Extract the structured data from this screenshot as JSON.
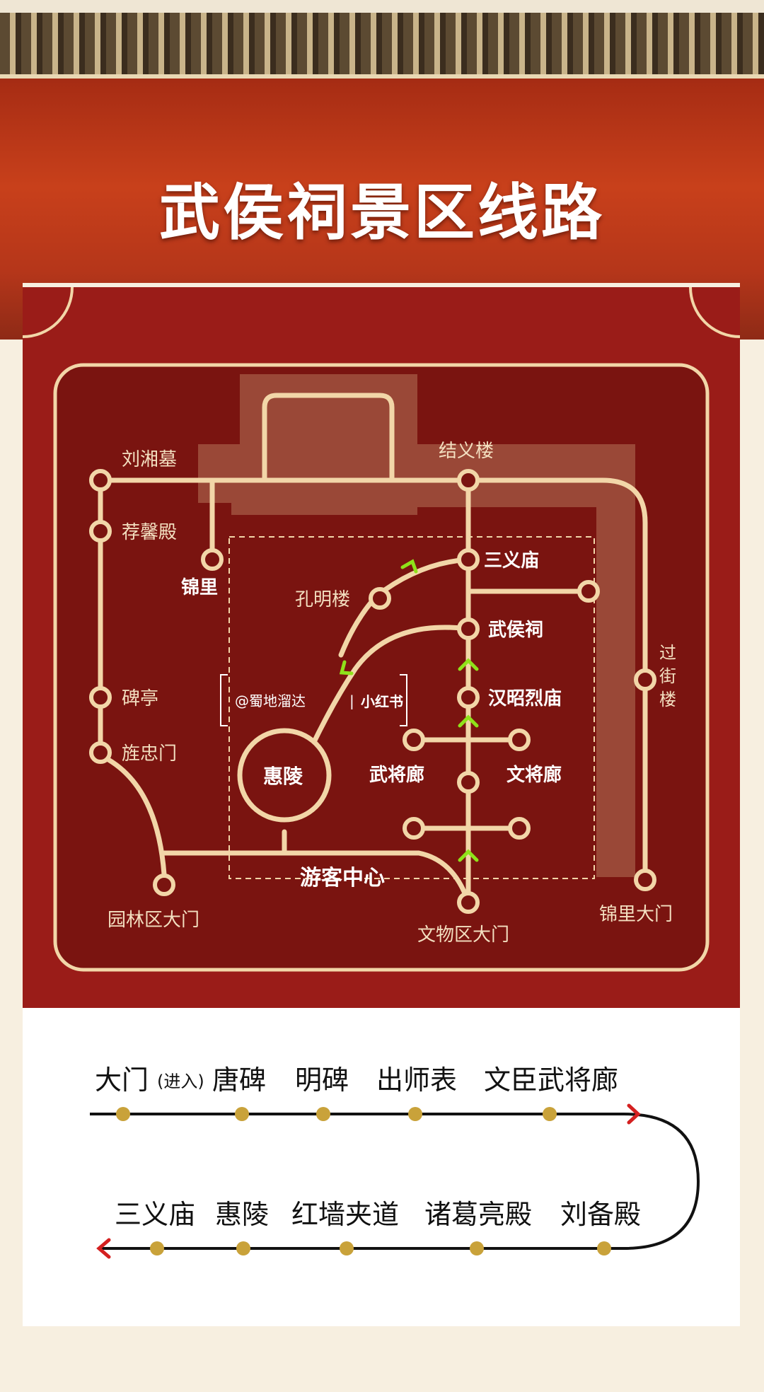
{
  "page_title": "武侯祠景区线路",
  "map": {
    "labels": {
      "liuxiangmu": "刘湘墓",
      "jiexinglou": "结义楼",
      "jianxindian": "荐馨殿",
      "jinli": "锦里",
      "sanyimiao": "三义庙",
      "kongminglou": "孔明楼",
      "wuhouci": "武侯祠",
      "guojie": "过街楼",
      "beiting": "碑亭",
      "hanzhaoliemiao": "汉昭烈庙",
      "jingzhongmen": "旌忠门",
      "wujianglang": "武将廊",
      "wenjianglang": "文将廊",
      "huiling": "惠陵",
      "youkezhongxin": "游客中心",
      "yuanlinqudamen": "园林区大门",
      "wenwuqudamen": "文物区大门",
      "jinlidamen": "锦里大门"
    },
    "watermark": {
      "handle": "@蜀地溜达",
      "brand": "小红书"
    },
    "colors": {
      "line": "#f2d6a8",
      "background": "#9a1c18",
      "inner": "#7a1410",
      "arrow": "#8fe21a",
      "highlight_zone": "#a65a44"
    }
  },
  "route": {
    "row1": [
      "大门",
      "唐碑",
      "明碑",
      "出师表",
      "文臣武将廊"
    ],
    "row1_note": "(进入)",
    "row2": [
      "三义庙",
      "惠陵",
      "红墙夹道",
      "诸葛亮殿",
      "刘备殿"
    ],
    "colors": {
      "line": "#111111",
      "dot": "#c9a23a",
      "arrow": "#d42020"
    }
  }
}
